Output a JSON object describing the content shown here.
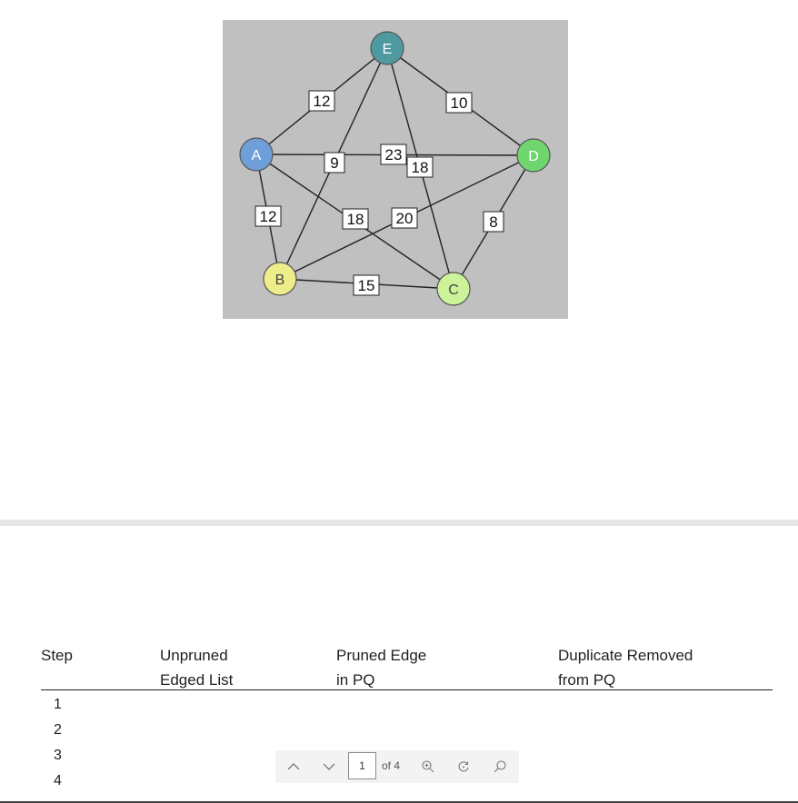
{
  "graph": {
    "nodes": [
      {
        "id": "E",
        "label": "E",
        "color": "#4f9aa0"
      },
      {
        "id": "A",
        "label": "A",
        "color": "#6f9fd8"
      },
      {
        "id": "D",
        "label": "D",
        "color": "#6fd66f"
      },
      {
        "id": "B",
        "label": "B",
        "color": "#eded8a"
      },
      {
        "id": "C",
        "label": "C",
        "color": "#ccf29a"
      }
    ],
    "edges": [
      {
        "from": "A",
        "to": "E",
        "weight": "12"
      },
      {
        "from": "E",
        "to": "D",
        "weight": "10"
      },
      {
        "from": "E",
        "to": "B",
        "weight": "9"
      },
      {
        "from": "A",
        "to": "D",
        "weight": "23"
      },
      {
        "from": "E",
        "to": "C",
        "weight": "18"
      },
      {
        "from": "A",
        "to": "B",
        "weight": "12"
      },
      {
        "from": "A",
        "to": "C",
        "weight": "18"
      },
      {
        "from": "B",
        "to": "D",
        "weight": "20"
      },
      {
        "from": "D",
        "to": "C",
        "weight": "8"
      },
      {
        "from": "B",
        "to": "C",
        "weight": "15"
      }
    ]
  },
  "table": {
    "headers": [
      {
        "line1": "Step",
        "line2": ""
      },
      {
        "line1": "Unpruned",
        "line2": "Edged List"
      },
      {
        "line1": "Pruned Edge",
        "line2": "in PQ"
      },
      {
        "line1": "Duplicate Removed",
        "line2": "from PQ"
      }
    ],
    "steps": [
      "1",
      "2",
      "3",
      "4"
    ]
  },
  "toolbar": {
    "page_value": "1",
    "page_total": "of 4",
    "icons": [
      "chevron-up-icon",
      "chevron-down-icon",
      "zoom-in-icon",
      "rotate-icon",
      "search-icon"
    ]
  }
}
